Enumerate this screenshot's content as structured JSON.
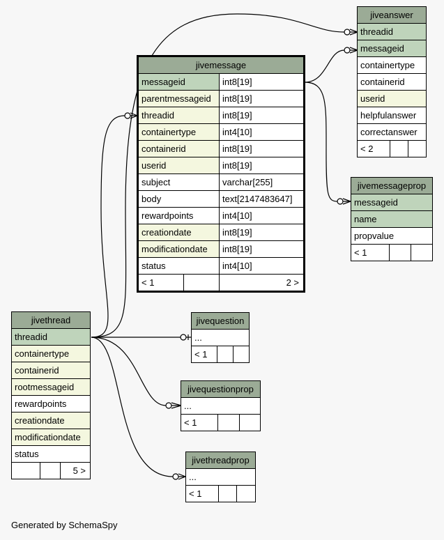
{
  "tables": {
    "jiveanswer": {
      "name": "jiveanswer",
      "columns": [
        {
          "name": "threadid",
          "kind": "pk"
        },
        {
          "name": "messageid",
          "kind": "pk"
        },
        {
          "name": "containertype",
          "kind": "plain"
        },
        {
          "name": "containerid",
          "kind": "plain"
        },
        {
          "name": "userid",
          "kind": "fk"
        },
        {
          "name": "helpfulanswer",
          "kind": "plain"
        },
        {
          "name": "correctanswer",
          "kind": "plain"
        }
      ],
      "footer": "< 2"
    },
    "jivemessage": {
      "name": "jivemessage",
      "columns": [
        {
          "name": "messageid",
          "type": "int8[19]",
          "kind": "pk"
        },
        {
          "name": "parentmessageid",
          "type": "int8[19]",
          "kind": "fk"
        },
        {
          "name": "threadid",
          "type": "int8[19]",
          "kind": "fk"
        },
        {
          "name": "containertype",
          "type": "int4[10]",
          "kind": "fk"
        },
        {
          "name": "containerid",
          "type": "int8[19]",
          "kind": "fk"
        },
        {
          "name": "userid",
          "type": "int8[19]",
          "kind": "fk"
        },
        {
          "name": "subject",
          "type": "varchar[255]",
          "kind": "plain"
        },
        {
          "name": "body",
          "type": "text[2147483647]",
          "kind": "plain"
        },
        {
          "name": "rewardpoints",
          "type": "int4[10]",
          "kind": "plain"
        },
        {
          "name": "creationdate",
          "type": "int8[19]",
          "kind": "fk"
        },
        {
          "name": "modificationdate",
          "type": "int8[19]",
          "kind": "fk"
        },
        {
          "name": "status",
          "type": "int4[10]",
          "kind": "plain"
        }
      ],
      "footer_left": "< 1",
      "footer_right": "2 >"
    },
    "jivemessageprop": {
      "name": "jivemessageprop",
      "columns": [
        {
          "name": "messageid",
          "kind": "pk"
        },
        {
          "name": "name",
          "kind": "pk"
        },
        {
          "name": "propvalue",
          "kind": "plain"
        }
      ],
      "footer": "< 1"
    },
    "jivethread": {
      "name": "jivethread",
      "columns": [
        {
          "name": "threadid",
          "kind": "pk"
        },
        {
          "name": "containertype",
          "kind": "fk"
        },
        {
          "name": "containerid",
          "kind": "fk"
        },
        {
          "name": "rootmessageid",
          "kind": "fk"
        },
        {
          "name": "rewardpoints",
          "kind": "plain"
        },
        {
          "name": "creationdate",
          "kind": "fk"
        },
        {
          "name": "modificationdate",
          "kind": "fk"
        },
        {
          "name": "status",
          "kind": "plain"
        }
      ],
      "footer_right": "5 >"
    },
    "jivequestion": {
      "name": "jivequestion",
      "columns": [
        {
          "name": "...",
          "kind": "plain"
        }
      ],
      "footer": "< 1"
    },
    "jivequestionprop": {
      "name": "jivequestionprop",
      "columns": [
        {
          "name": "...",
          "kind": "plain"
        }
      ],
      "footer": "< 1"
    },
    "jivethreadprop": {
      "name": "jivethreadprop",
      "columns": [
        {
          "name": "...",
          "kind": "plain"
        }
      ],
      "footer": "< 1"
    }
  },
  "footer_text": "Generated by SchemaSpy"
}
